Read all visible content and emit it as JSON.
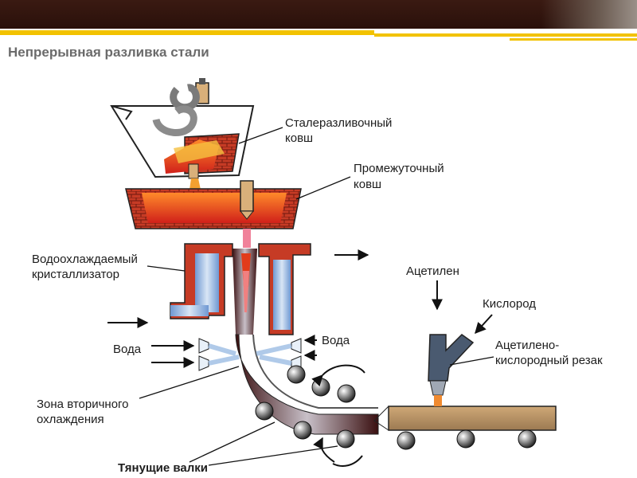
{
  "title": "Непрерывная разливка стали",
  "labels": {
    "ladle_1": "Сталеразливочный",
    "ladle_2": "ковш",
    "tundish_1": "Промежуточный",
    "tundish_2": "ковш",
    "mold_1": "Водоохлаждаемый",
    "mold_2": "кристаллизатор",
    "water_left": "Вода",
    "water_right": "Вода",
    "zone_1": "Зона вторичного",
    "zone_2": "охлаждения",
    "rolls": "Тянущие валки",
    "acetylene": "Ацетилен",
    "oxygen": "Кислород",
    "torch_1": "Ацетилено-",
    "torch_2": "кислородный резак"
  },
  "colors": {
    "frame": "#3a1a12",
    "accent": "#f2c200",
    "steel_molten": "#e2401a",
    "brick": "#b53422",
    "cooling_blue": "#7fa6d8"
  }
}
